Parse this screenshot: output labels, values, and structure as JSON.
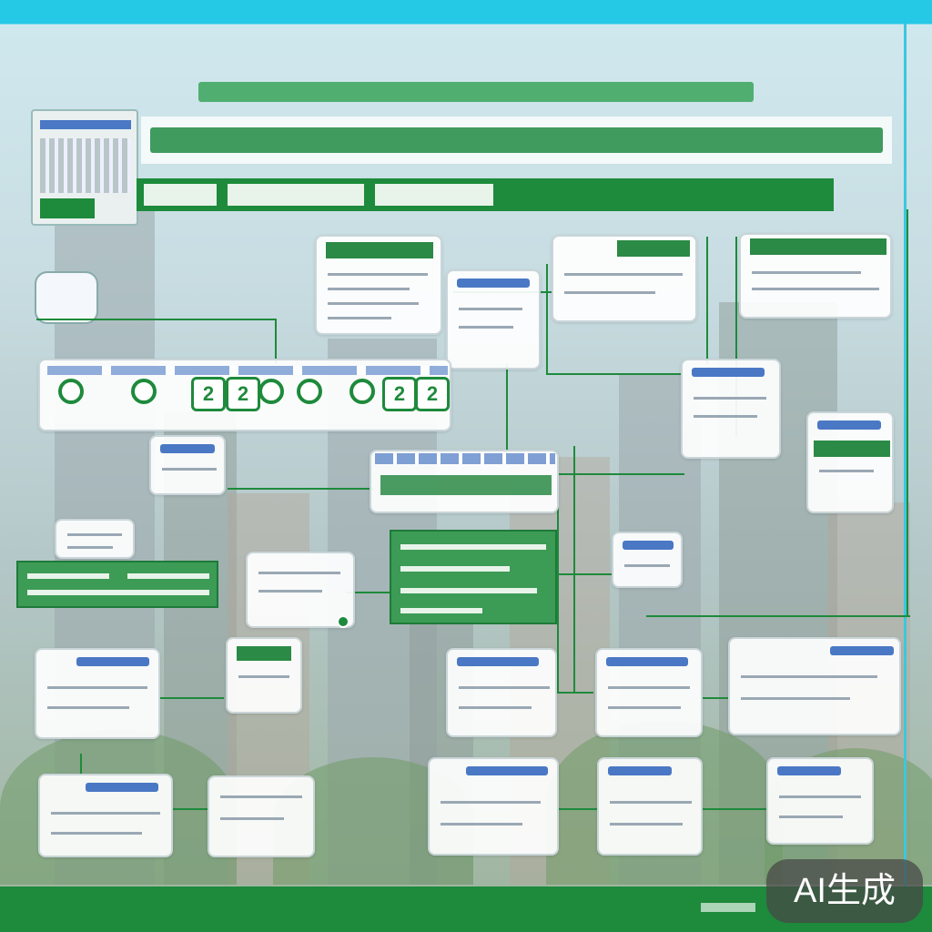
{
  "badge": {
    "label": "AI生成"
  },
  "counter_row": {
    "values": [
      "2",
      "2",
      "2",
      "2"
    ]
  },
  "colors": {
    "accent_green": "#1e8a3c",
    "panel_blue": "#4a78c4",
    "top_band": "#25c9e6"
  },
  "icons": [
    "building-icon",
    "printer-icon",
    "gauge-icon",
    "network-icon",
    "document-icon",
    "device-icon"
  ]
}
